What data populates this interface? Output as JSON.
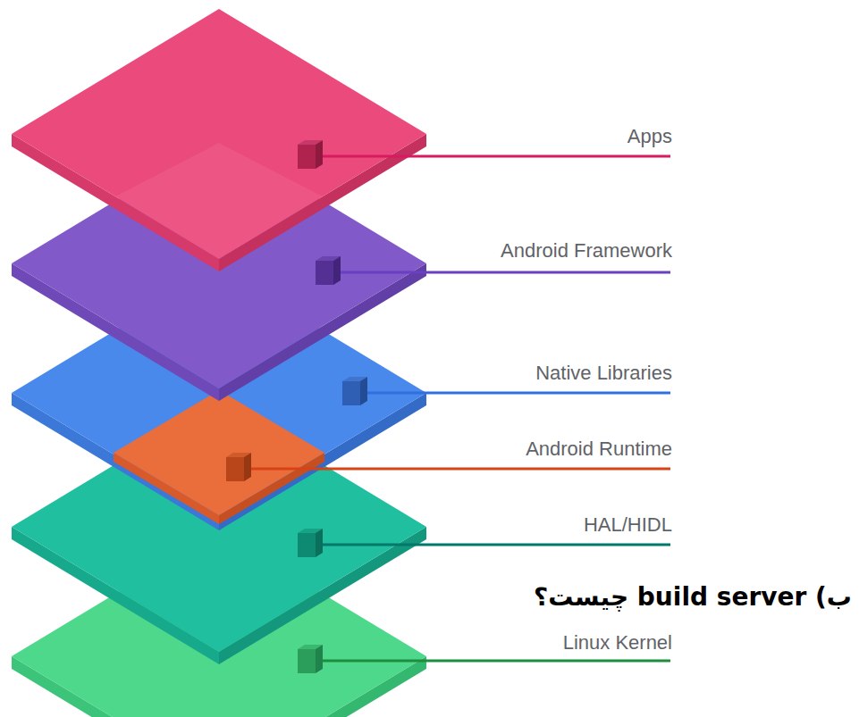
{
  "diagram": {
    "labels": [
      "Apps",
      "Android Framework",
      "Native Libraries",
      "Android Runtime",
      "HAL/HIDL",
      "Linux Kernel",
      "ب) build server چیست؟"
    ]
  }
}
